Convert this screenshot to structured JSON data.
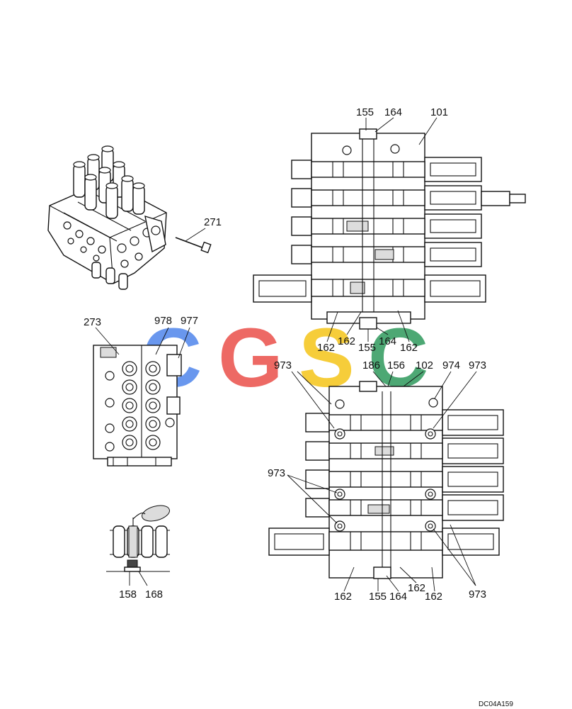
{
  "watermark": {
    "letters": [
      "C",
      "G",
      "S",
      "C"
    ],
    "colors": [
      "#4f86ec",
      "#ea4f4a",
      "#f5c518",
      "#2e9a5c"
    ]
  },
  "labels": {
    "l271": "271",
    "l273": "273",
    "l978": "978",
    "l977": "977",
    "l158": "158",
    "l168": "168",
    "top155": "155",
    "top164": "164",
    "top101": "101",
    "mid162a": "162",
    "mid162b": "162",
    "mid155": "155",
    "mid164": "164",
    "mid162c": "162",
    "l973a": "973",
    "l186": "186",
    "l156": "156",
    "l102": "102",
    "l974": "974",
    "l973b": "973",
    "l973c": "973",
    "bot162a": "162",
    "bot155": "155",
    "bot164": "164",
    "bot162b": "162",
    "bot162c": "162",
    "l973d": "973"
  },
  "drawing_code": "DC04A159"
}
